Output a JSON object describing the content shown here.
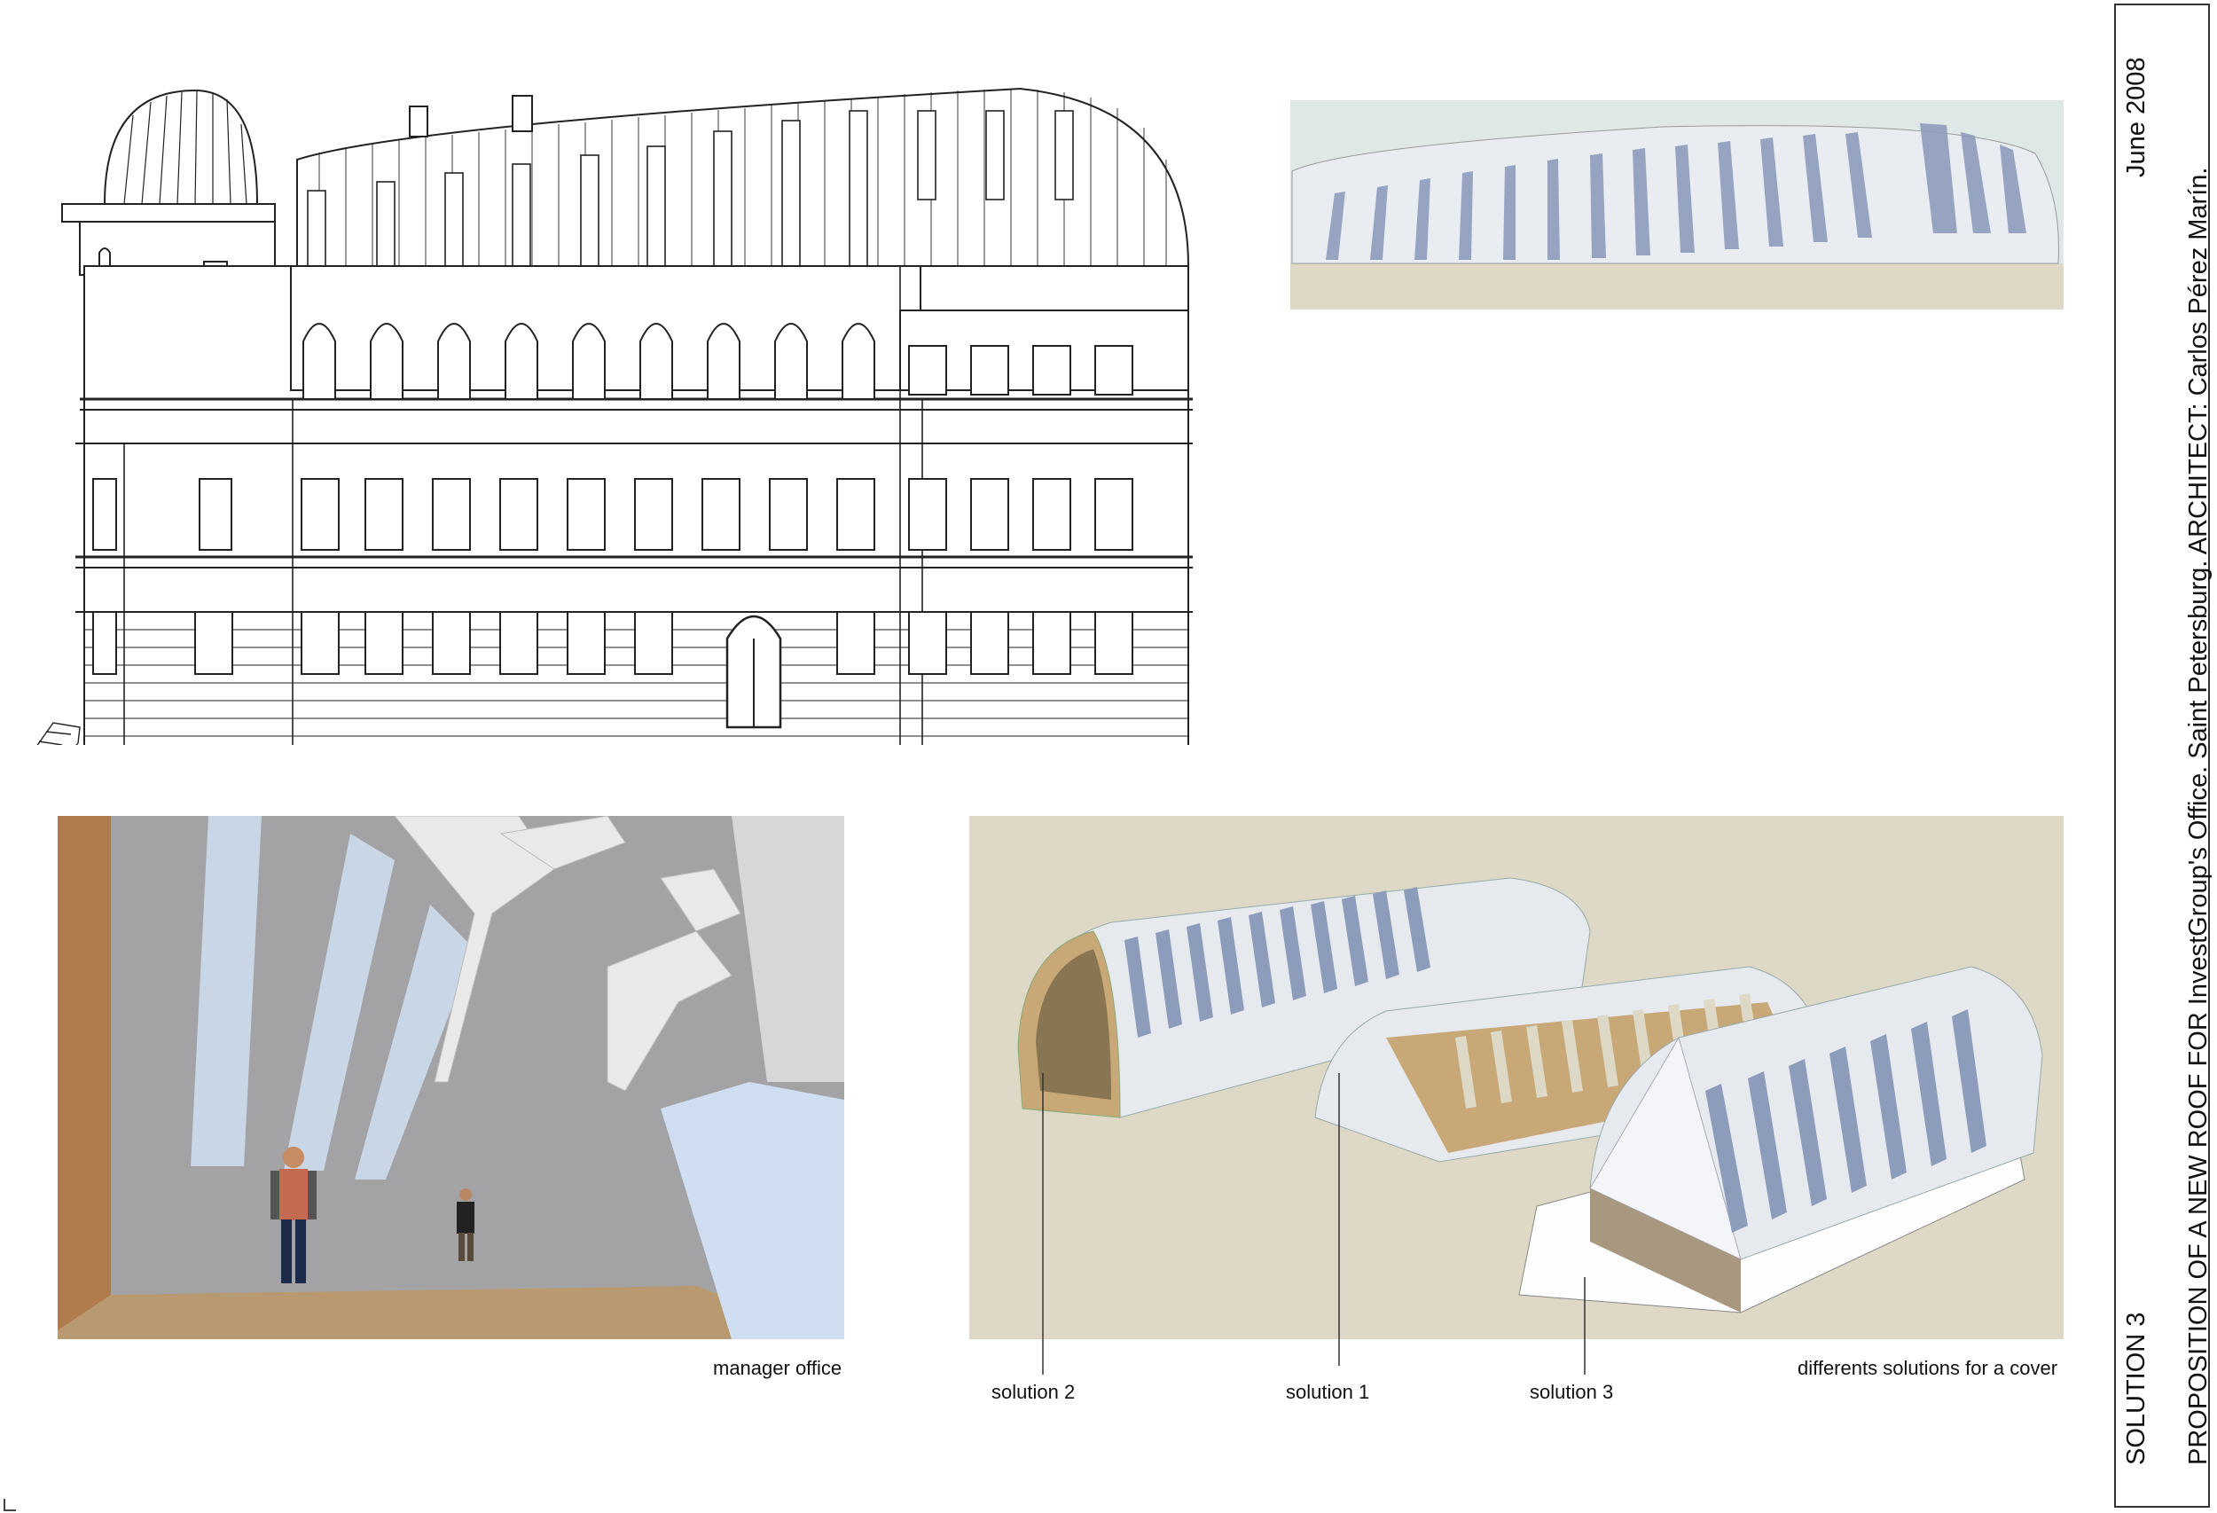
{
  "captions": {
    "manager_office": "manager office",
    "solution_2": "solution 2",
    "solution_1": "solution 1",
    "solution_3": "solution 3",
    "differents": "differents solutions for a cover"
  },
  "title_block": {
    "main_title": "PROPOSITION OF A NEW ROOF FOR InvestGroup's Office. Saint Petersburg. ARCHITECT: Carlos Pérez Marín.",
    "date": "June 2008",
    "solution": "SOLUTION 3"
  },
  "colors": {
    "render_background": "#ddd9c6",
    "roof_shell": "#e6e9ee",
    "glass": "#8e9cbc",
    "interior_wall": "#a3a3a5",
    "floor": "#b99a70"
  }
}
